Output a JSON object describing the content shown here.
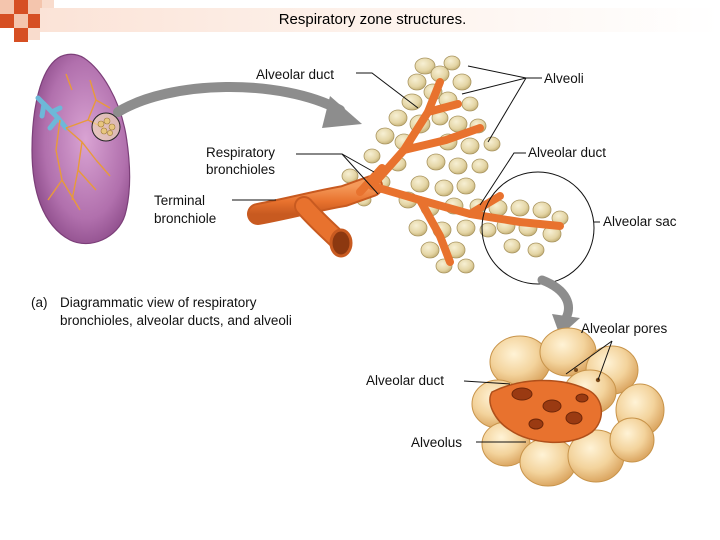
{
  "slide": {
    "title": "Respiratory zone structures."
  },
  "labels": {
    "alveolar_duct_top": "Alveolar duct",
    "alveoli": "Alveoli",
    "respiratory_bronchioles_line1": "Respiratory",
    "respiratory_bronchioles_line2": "bronchioles",
    "alveolar_duct_right": "Alveolar duct",
    "terminal_bronchiole_line1": "Terminal",
    "terminal_bronchiole_line2": "bronchiole",
    "alveolar_sac": "Alveolar sac",
    "alveolar_pores": "Alveolar pores",
    "alveolar_duct_bottom": "Alveolar duct",
    "alveolus": "Alveolus"
  },
  "caption": {
    "part": "(a)",
    "line1": "Diagrammatic view of respiratory",
    "line2": "bronchioles, alveolar ducts, and alveoli"
  },
  "colors": {
    "lung": "#a2609f",
    "airway": "#e87a3a",
    "alveolus": "#e9dcb0",
    "alveolus_edge": "#b7a66e",
    "arrow": "#8d8d8d",
    "accent_square": "#d64f23"
  }
}
